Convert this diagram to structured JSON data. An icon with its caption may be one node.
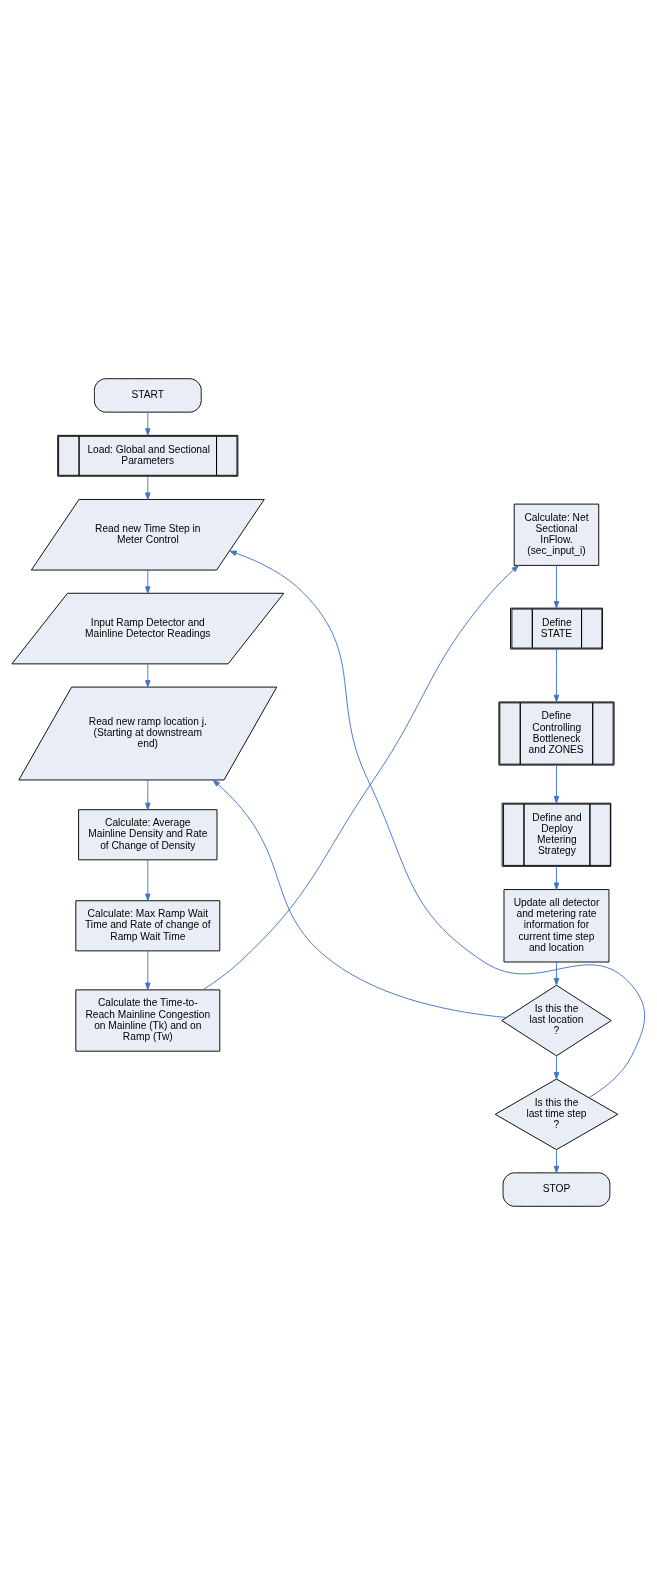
{
  "diagram": {
    "nodes": [
      {
        "text": [
          "START"
        ]
      },
      {
        "text": [
          "Load: Global and Sectional Parameters"
        ]
      },
      {
        "text": [
          "Read new Time Step in Meter Control"
        ]
      },
      {
        "text": [
          "Input Ramp Detector and Mainline Detector Readings"
        ]
      },
      {
        "text": [
          "Read new ramp location j. (Starting at downstream end)"
        ]
      },
      {
        "text": [
          "Calculate: Average Mainline Density and Rate of Change of Density"
        ]
      },
      {
        "text": [
          "Calculate: Max Ramp Wait Time and Rate of change of Ramp Wait Time"
        ]
      },
      {
        "text": [
          "Calculate the Time-to-Reach Mainline Congestion on Mainline (Tk) and on Ramp (Tw)"
        ]
      },
      {
        "text": [
          "Calculate: Net Sectional InFlow. (sec_input_i)"
        ]
      },
      {
        "text": [
          "Define STATE"
        ]
      },
      {
        "text": [
          "Define Controlling Bottleneck and ZONES"
        ]
      },
      {
        "text": [
          "Define and Deploy Metering Strategy"
        ]
      },
      {
        "text": [
          "Update all detector and metering rate information for current time step and location"
        ]
      },
      {
        "text": [
          "Is this the last location ?"
        ]
      },
      {
        "text": [
          "Is this the last time step ?"
        ]
      },
      {
        "text": [
          "STOP"
        ]
      }
    ],
    "edges": [
      {
        "from": 0,
        "to": 1,
        "arrow": "to"
      },
      {
        "from": 1,
        "to": 2,
        "arrow": "to"
      },
      {
        "from": 2,
        "to": 3,
        "arrow": "to"
      },
      {
        "from": 3,
        "to": 4,
        "arrow": "to"
      },
      {
        "from": 4,
        "to": 5,
        "arrow": "to"
      },
      {
        "from": 5,
        "to": 6,
        "arrow": "to"
      },
      {
        "from": 6,
        "to": 7,
        "arrow": "to"
      },
      {
        "from": 7,
        "to": 8,
        "arrow": "to"
      },
      {
        "from": 8,
        "to": 9,
        "arrow": "to"
      },
      {
        "from": 9,
        "to": 10,
        "arrow": "to"
      },
      {
        "from": 10,
        "to": 11,
        "arrow": "to"
      },
      {
        "from": 11,
        "to": 12,
        "arrow": "to"
      },
      {
        "from": 12,
        "to": 13,
        "arrow": "to"
      },
      {
        "from": 13,
        "to": 4,
        "arrow": "to"
      },
      {
        "from": 13,
        "to": 14,
        "arrow": "to"
      },
      {
        "from": 14,
        "to": 2,
        "arrow": "to"
      },
      {
        "from": 14,
        "to": 15,
        "arrow": "to"
      }
    ]
  }
}
